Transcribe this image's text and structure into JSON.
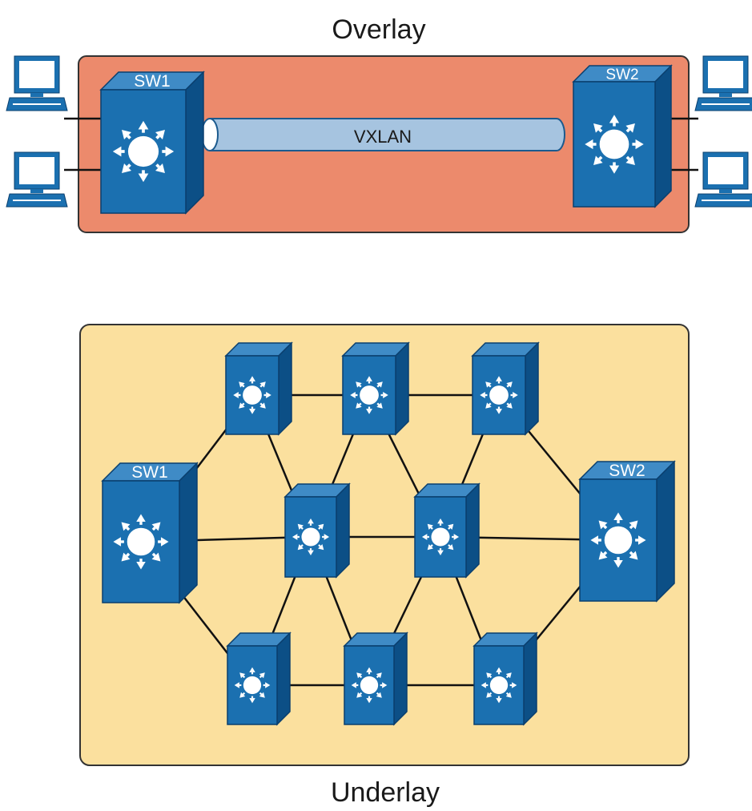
{
  "overlay": {
    "title": "Overlay",
    "background_color": "#ec8a6c",
    "tunnel_label": "VXLAN",
    "tunnel_color": "#a6c4e0",
    "switches": [
      {
        "id": "sw1",
        "label": "SW1"
      },
      {
        "id": "sw2",
        "label": "SW2"
      }
    ],
    "hosts": [
      {
        "id": "host-1",
        "attached_to": "SW1"
      },
      {
        "id": "host-2",
        "attached_to": "SW1"
      },
      {
        "id": "host-3",
        "attached_to": "SW2"
      },
      {
        "id": "host-4",
        "attached_to": "SW2"
      }
    ]
  },
  "underlay": {
    "title": "Underlay",
    "background_color": "#fbe09e",
    "switches": [
      {
        "id": "sw1",
        "label": "SW1"
      },
      {
        "id": "sw2",
        "label": "SW2"
      },
      {
        "id": "top-1",
        "label": ""
      },
      {
        "id": "top-2",
        "label": ""
      },
      {
        "id": "top-3",
        "label": ""
      },
      {
        "id": "mid-1",
        "label": ""
      },
      {
        "id": "mid-2",
        "label": ""
      },
      {
        "id": "bot-1",
        "label": ""
      },
      {
        "id": "bot-2",
        "label": ""
      },
      {
        "id": "bot-3",
        "label": ""
      }
    ],
    "links": [
      [
        "sw1",
        "top-1"
      ],
      [
        "sw1",
        "mid-1"
      ],
      [
        "sw1",
        "bot-1"
      ],
      [
        "top-1",
        "top-2"
      ],
      [
        "top-2",
        "top-3"
      ],
      [
        "top-3",
        "sw2"
      ],
      [
        "top-1",
        "mid-1"
      ],
      [
        "top-2",
        "mid-1"
      ],
      [
        "top-2",
        "mid-2"
      ],
      [
        "top-3",
        "mid-2"
      ],
      [
        "mid-1",
        "mid-2"
      ],
      [
        "mid-2",
        "sw2"
      ],
      [
        "mid-1",
        "bot-1"
      ],
      [
        "mid-1",
        "bot-2"
      ],
      [
        "mid-2",
        "bot-2"
      ],
      [
        "mid-2",
        "bot-3"
      ],
      [
        "bot-1",
        "bot-2"
      ],
      [
        "bot-2",
        "bot-3"
      ],
      [
        "bot-3",
        "sw2"
      ]
    ]
  },
  "colors": {
    "switch_front": "#1b70b0",
    "switch_top": "#3f8bc6",
    "switch_side": "#0c4f86",
    "switch_outline": "#0a3f6e",
    "switch_circle": "#ffffff",
    "link": "#111111",
    "panel_border": "#333333",
    "host_fill": "#1b70b0"
  },
  "icons": {
    "switch": "layer3-switch-icon",
    "host": "workstation-icon",
    "tunnel": "tunnel-pipe-icon"
  }
}
